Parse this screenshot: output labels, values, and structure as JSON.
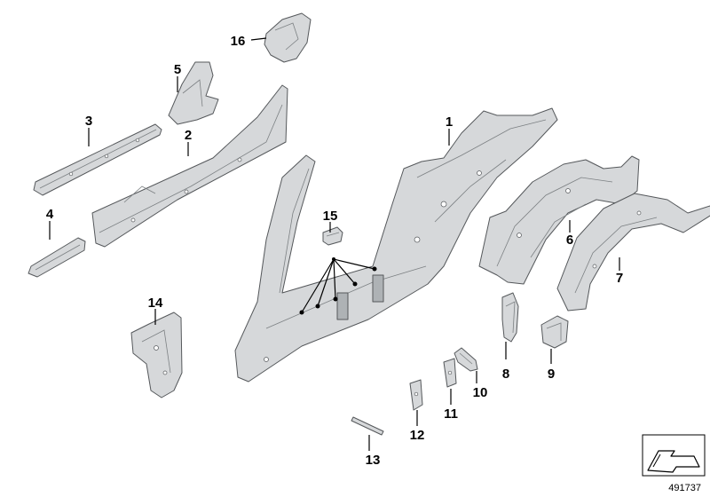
{
  "diagram": {
    "callouts": [
      "1",
      "2",
      "3",
      "4",
      "5",
      "6",
      "7",
      "8",
      "9",
      "10",
      "11",
      "12",
      "13",
      "14",
      "15",
      "16"
    ],
    "document_number": "491737"
  },
  "icons": {
    "corner": "orientation-arrow-icon"
  }
}
